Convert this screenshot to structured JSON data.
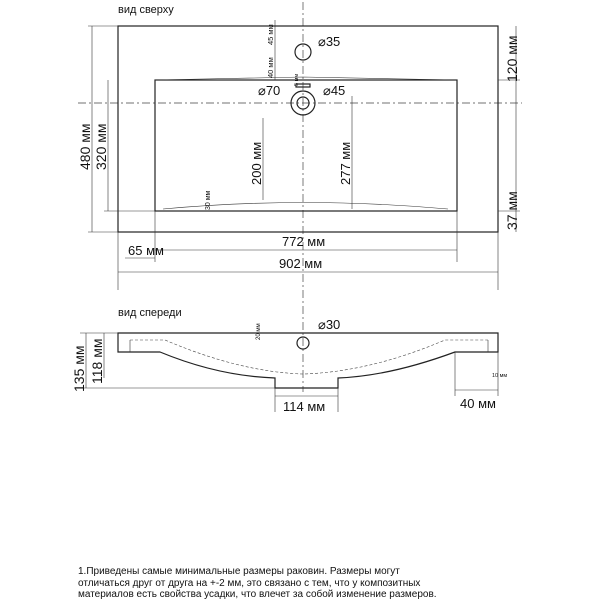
{
  "views": {
    "top_label": "вид сверху",
    "front_label": "вид спереди"
  },
  "top": {
    "d35": "⌀35",
    "d70": "⌀70",
    "d45": "⌀45",
    "dim_45": "45 мм",
    "dim_40": "40 мм",
    "dim_5": "5 мм",
    "dim_120": "120 мм",
    "dim_480": "480 мм",
    "dim_320": "320 мм",
    "dim_200": "200 мм",
    "dim_277": "277 мм",
    "dim_30": "30 мм",
    "dim_37": "37 мм",
    "dim_65": "65 мм",
    "dim_772": "772 мм",
    "dim_902": "902 мм"
  },
  "front": {
    "d30": "⌀30",
    "dim_20": "20 мм",
    "dim_135": "135 мм",
    "dim_118": "118 мм",
    "dim_10": "10 мм",
    "dim_114": "114 мм",
    "dim_40": "40 мм"
  },
  "note": {
    "line1": "1.Приведены самые минимальные размеры раковин. Размеры могут",
    "line2": "отличаться друг от друга на +-2 мм, это связано с тем, что у композитных",
    "line3": "материалов есть свойства усадки, что влечет за собой изменение размеров."
  }
}
